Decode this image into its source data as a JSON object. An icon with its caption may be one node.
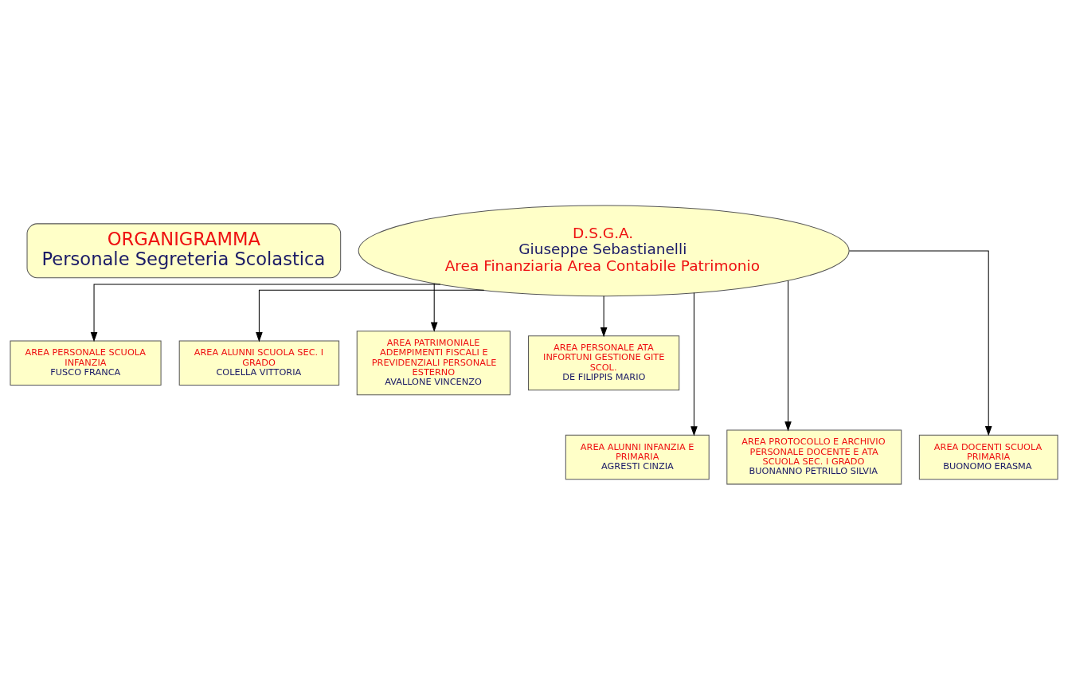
{
  "diagram": {
    "nodes": [
      {
        "text": [
          "ORGANIGRAMMA",
          "Personale Segreteria Scolastica"
        ]
      },
      {
        "text": [
          "D.S.G.A.",
          "Giuseppe Sebastianelli",
          "Area Finanziaria Area Contabile Patrimonio"
        ]
      },
      {
        "text": [
          "AREA PERSONALE SCUOLA INFANZIA",
          "FUSCO FRANCA"
        ]
      },
      {
        "text": [
          "AREA ALUNNI SCUOLA SEC. I GRADO",
          "COLELLA VITTORIA"
        ]
      },
      {
        "text": [
          "AREA PATRIMONIALE ADEMPIMENTI FISCALI E PREVIDENZIALI PERSONALE ESTERNO",
          "AVALLONE VINCENZO"
        ]
      },
      {
        "text": [
          "AREA PERSONALE ATA INFORTUNI GESTIONE GITE SCOL.",
          "DE FILIPPIS MARIO"
        ]
      },
      {
        "text": [
          "AREA ALUNNI INFANZIA E PRIMARIA",
          "AGRESTI CINZIA"
        ]
      },
      {
        "text": [
          "AREA PROTOCOLLO E ARCHIVIO PERSONALE DOCENTE E ATA SCUOLA SEC. I GRADO",
          "BUONANNO PETRILLO SILVIA"
        ]
      },
      {
        "text": [
          "AREA DOCENTI SCUOLA PRIMARIA",
          "BUONOMO ERASMA"
        ]
      }
    ],
    "edges": [
      {
        "from": 1,
        "to": 2,
        "arrow": "to"
      },
      {
        "from": 1,
        "to": 6,
        "arrow": "to"
      },
      {
        "from": 1,
        "to": 3,
        "arrow": "to"
      },
      {
        "from": 1,
        "to": 7,
        "arrow": "to"
      },
      {
        "from": 1,
        "to": 4,
        "arrow": "to"
      },
      {
        "from": 1,
        "to": 8,
        "arrow": "to"
      },
      {
        "from": 1,
        "to": 5,
        "arrow": "to"
      }
    ]
  }
}
